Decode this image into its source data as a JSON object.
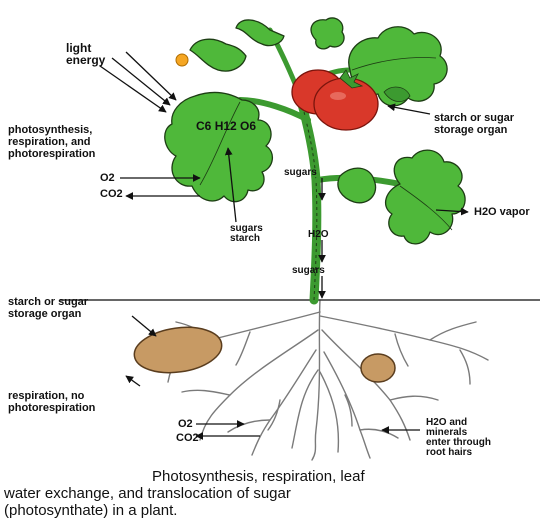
{
  "labels": {
    "light_energy_1": "light",
    "light_energy_2": "energy",
    "photosynthesis_1": "photosynthesis,",
    "photosynthesis_2": "respiration, and",
    "photosynthesis_3": "photorespiration",
    "o2_top": "O2",
    "co2_top": "CO2",
    "formula_c": "C6",
    "formula_h": "H12",
    "formula_o": "O6",
    "sugars_starch_1": "sugars",
    "sugars_starch_2": "starch",
    "fruit_storage_1": "starch or sugar",
    "fruit_storage_2": "storage organ",
    "sugars_stem": "sugars",
    "h2o_vapor": "H2O vapor",
    "h2o_stem": "H2O",
    "sugars_lower": "sugars",
    "root_storage_1": "starch or sugar",
    "root_storage_2": "storage organ",
    "respiration_1": "respiration, no",
    "respiration_2": "photorespiration",
    "o2_bottom": "O2",
    "co2_bottom": "CO2",
    "h2o_minerals_1": "H2O and",
    "h2o_minerals_2": "minerals",
    "h2o_minerals_3": "enter through",
    "h2o_minerals_4": "root hairs"
  },
  "caption": {
    "line1": "Photosynthesis, respiration, leaf",
    "line2": "water exchange, and translocation of sugar",
    "line3": "(photosynthate) in a plant."
  },
  "colors": {
    "leaf": "#4fb83a",
    "leaf_outline": "#1d3d14",
    "stem": "#3c9a30",
    "tomato": "#d9382a",
    "tuber": "#c79a64",
    "sun": "#f5a623",
    "root": "#777777",
    "arrow": "#111111"
  }
}
